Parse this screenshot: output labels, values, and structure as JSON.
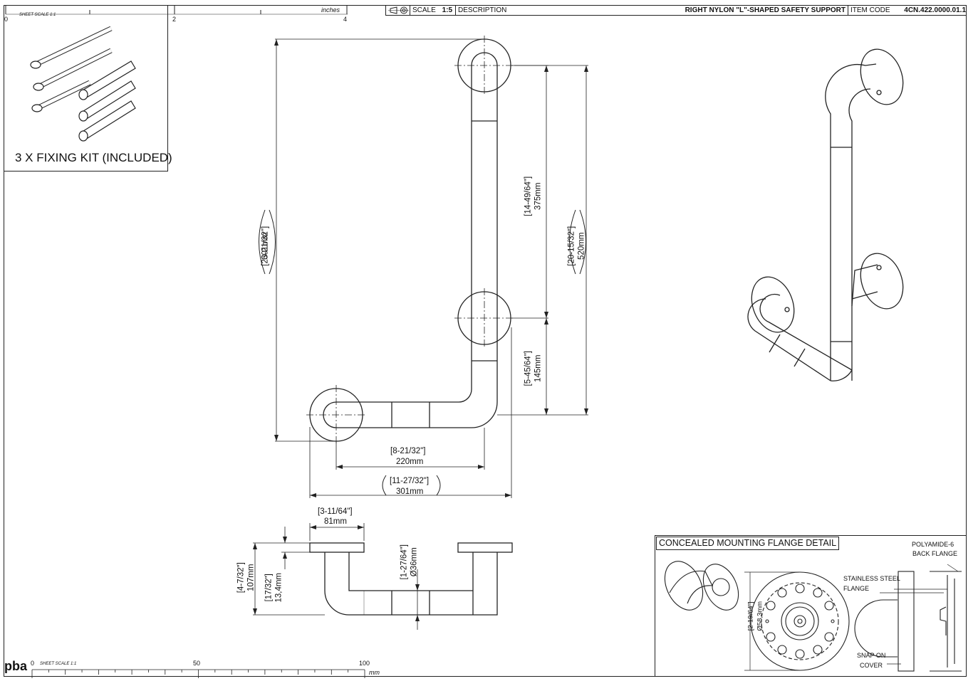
{
  "title_block": {
    "scale_label": "SCALE",
    "scale_value": "1:5",
    "description_label": "DESCRIPTION",
    "description": "RIGHT NYLON \"L\"-SHAPED SAFETY SUPPORT",
    "item_code_label": "ITEM CODE",
    "item_code": "4CN.422.0000.01.1"
  },
  "top_ruler": {
    "sheet_scale": "SHEET SCALE 1:1",
    "unit": "inches",
    "ticks": [
      "0",
      "2",
      "4"
    ]
  },
  "bottom_ruler": {
    "sheet_scale": "SHEET SCALE 1:1",
    "unit": "mm",
    "ticks": [
      "0",
      "50",
      "100"
    ]
  },
  "logo_text": "pba",
  "fixing_kit": {
    "caption": "3 X FIXING KIT (INCLUDED)"
  },
  "front_view_dims": {
    "height_overall": {
      "in": "[23-21/32\"]",
      "mm": "601mm"
    },
    "upper_span": {
      "in": "[14-49/64\"]",
      "mm": "375mm"
    },
    "right_overall": {
      "in": "[20-15/32\"]",
      "mm": "520mm"
    },
    "lower_span": {
      "in": "[5-45/64\"]",
      "mm": "145mm"
    },
    "width_centers": {
      "in": "[8-21/32\"]",
      "mm": "220mm"
    },
    "width_overall": {
      "in": "[11-27/32\"]",
      "mm": "301mm"
    }
  },
  "side_view_dims": {
    "flange_dia": {
      "in": "[3-11/64\"]",
      "mm": "81mm"
    },
    "projection": {
      "in": "[4-7/32\"]",
      "mm": "107mm"
    },
    "flange_thick": {
      "in": "[17/32\"]",
      "mm": "13,4mm"
    },
    "tube_dia": {
      "in": "[1-27/64\"]",
      "mm": "Ø36mm"
    }
  },
  "flange_detail": {
    "title": "CONCEALED MOUNTING FLANGE DETAIL",
    "dia_in": "[2-19/64\"]",
    "dia_mm": "Ø58,3mm",
    "label_polyamide_1": "POLYAMIDE-6",
    "label_polyamide_2": "BACK FLANGE",
    "label_steel_1": "STAINLESS STEEL",
    "label_steel_2": "FLANGE",
    "label_snap_1": "SNAP ON",
    "label_snap_2": "COVER"
  }
}
